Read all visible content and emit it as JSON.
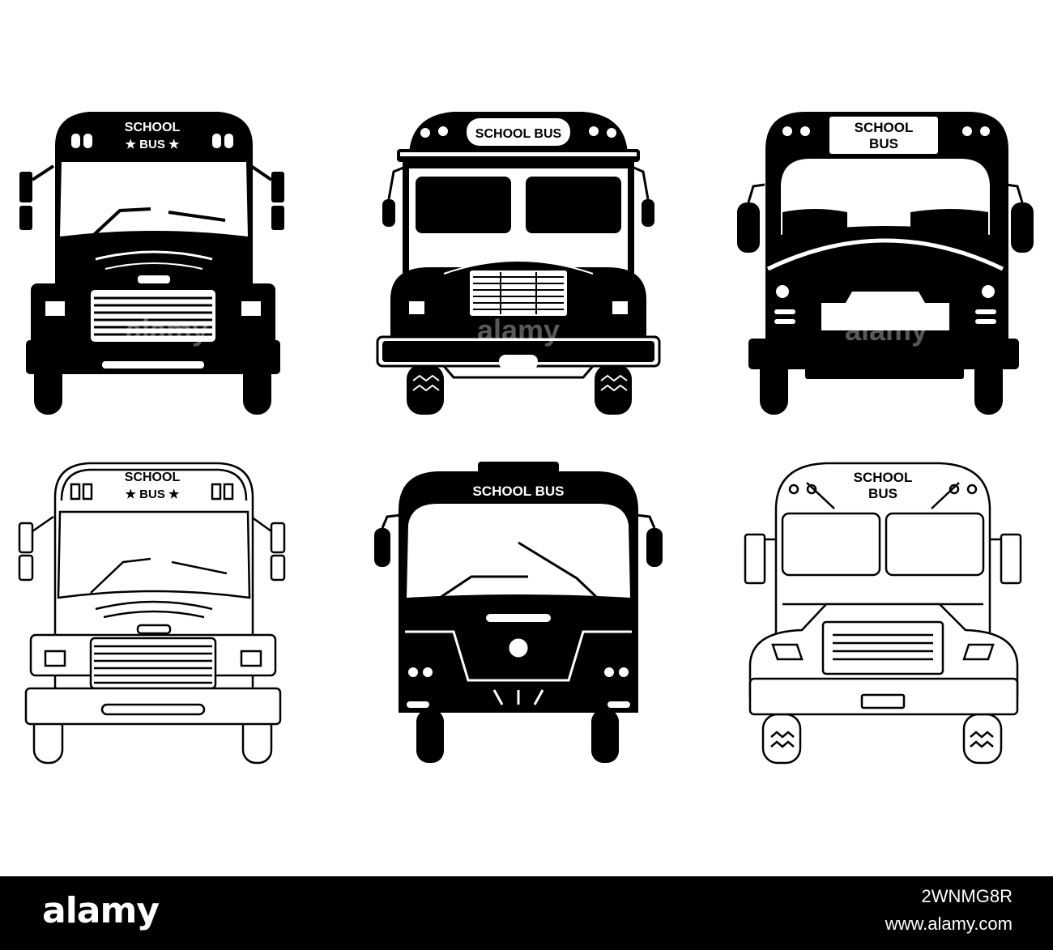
{
  "colors": {
    "ink": "#000000",
    "paper": "#ffffff",
    "footer": "#000000"
  },
  "buses": [
    {
      "style": "silhouette",
      "sign_line1": "SCHOOL",
      "sign_line2": "★ BUS ★"
    },
    {
      "style": "silhouette-classic",
      "sign": "SCHOOL BUS"
    },
    {
      "style": "silhouette-rounded",
      "sign_line1": "SCHOOL",
      "sign_line2": "BUS"
    },
    {
      "style": "outline",
      "sign_line1": "SCHOOL",
      "sign_line2": "★ BUS ★"
    },
    {
      "style": "silhouette-modern",
      "sign": "SCHOOL BUS"
    },
    {
      "style": "outline-classic",
      "sign_line1": "SCHOOL",
      "sign_line2": "BUS"
    }
  ],
  "watermark": "alamy",
  "footer": {
    "logo": "alamy",
    "image_id": "2WNMG8R",
    "domain": "www.alamy.com"
  }
}
